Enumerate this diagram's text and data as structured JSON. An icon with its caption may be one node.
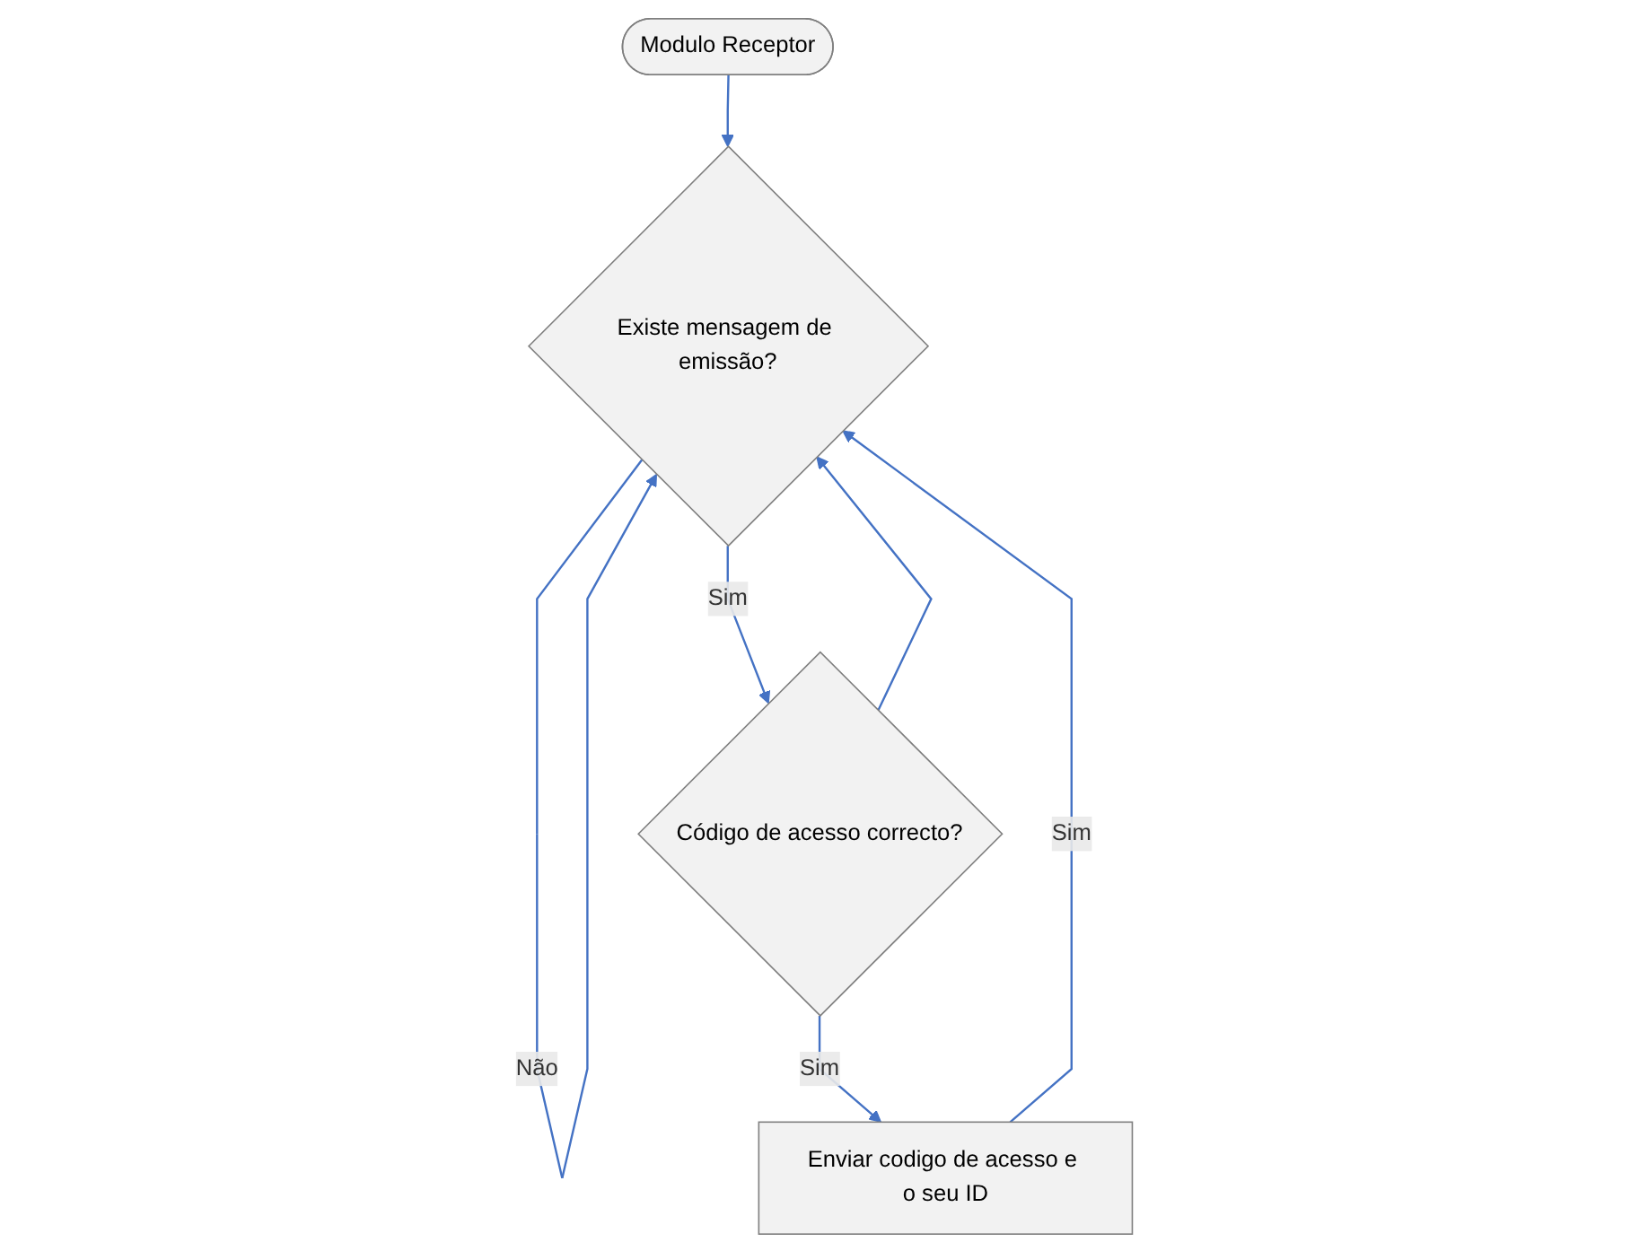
{
  "diagram": {
    "nodes": [
      {
        "text": [
          "Modulo Receptor"
        ]
      },
      {
        "text": [
          "Existe mensagem de emissão?"
        ]
      },
      {
        "text": [
          "Código de acesso correcto?"
        ]
      },
      {
        "text": [
          "Enviar codigo de acesso e o seu ID"
        ]
      }
    ],
    "edges": [
      {
        "from": 0,
        "to": 1,
        "arrow": "to"
      },
      {
        "from": 1,
        "to": 1,
        "arrow": "to",
        "label": "Não"
      },
      {
        "from": 1,
        "to": 2,
        "arrow": "to",
        "label": "Sim"
      },
      {
        "from": 2,
        "to": 1,
        "arrow": "to"
      },
      {
        "from": 2,
        "to": 3,
        "arrow": "to",
        "label": "Sim"
      },
      {
        "from": 3,
        "to": 1,
        "arrow": "to",
        "label": "Sim"
      }
    ]
  }
}
